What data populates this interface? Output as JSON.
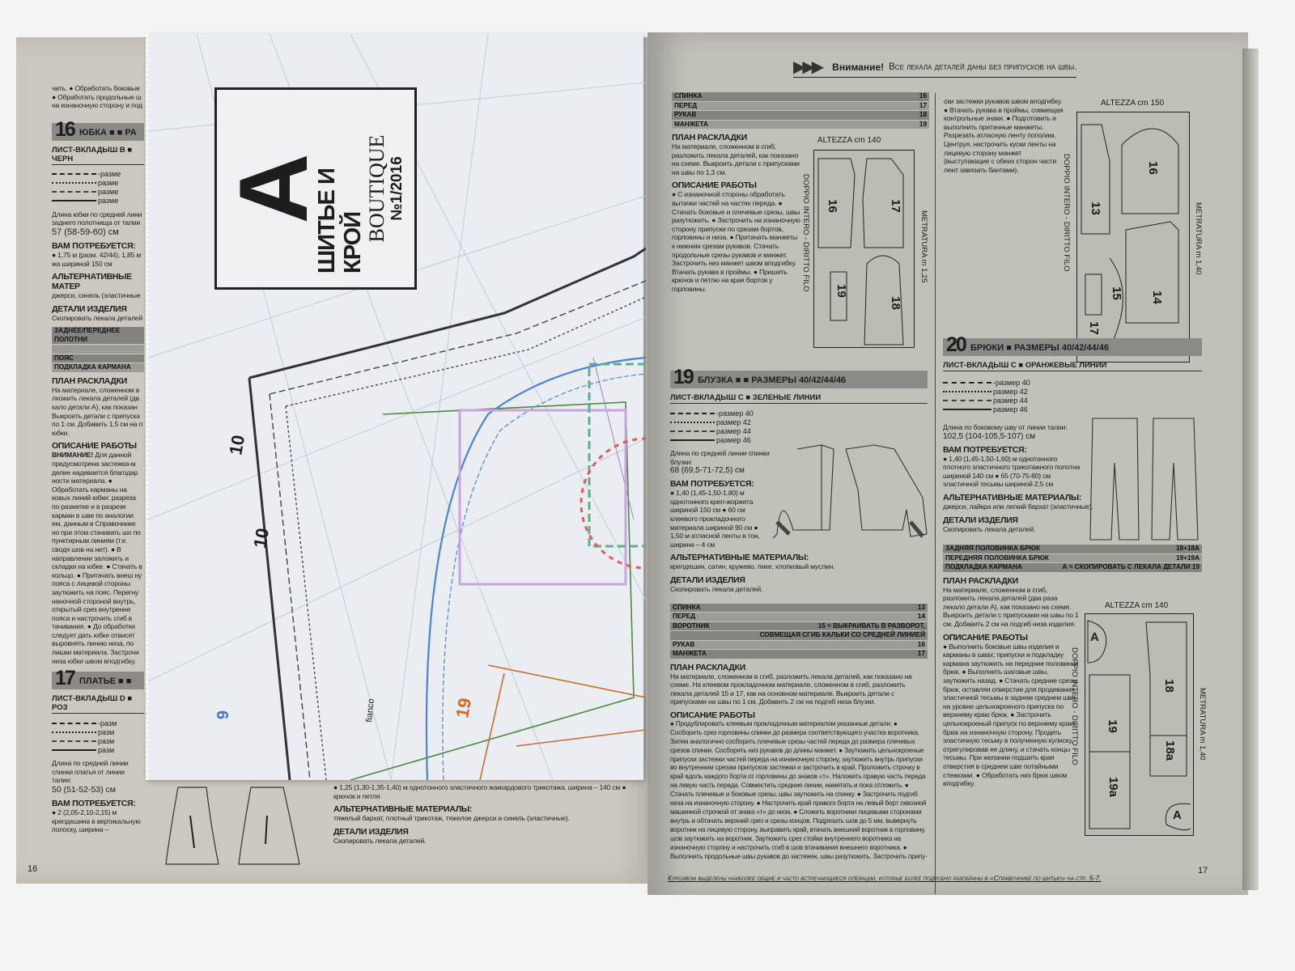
{
  "left_page": {
    "top_text": [
      "чить. ● Обработать боковые",
      "● Обработать продольные ш",
      "на изнаночную сторону и под"
    ],
    "sec16": {
      "num": "16",
      "title": "ЮБКА ■ ■ РА",
      "sheet": "ЛИСТ-ВКЛАДЫШ В ■ ЧЕРН",
      "sizes": [
        "-разме",
        "разме",
        "разме",
        "разме"
      ],
      "length": "Длина юбки по средней лини заднего полотнища от талии",
      "length_value": "57 (58-59-60) см",
      "need_h": "ВАМ ПОТРЕБУЕТСЯ:",
      "need": "● 1,75 м (разм. 42/44), 1,85 м жа шириной 150 см",
      "alt_h": "АЛЬТЕРНАТИВНЫЕ МАТЕР",
      "alt": "джерси, синель (эластичные",
      "det_h": "ДЕТАЛИ ИЗДЕЛИЯ",
      "det": "Скопировать лекала деталей",
      "table": [
        "ЗАДНЕЕ/ПЕРЕДНЕЕ ПОЛОТНИ",
        "",
        "ПОЯС",
        "ПОДКЛАДКА КАРМАНА"
      ],
      "plan_h": "ПЛАН РАСКЛАДКИ",
      "plan": "На материале, сложенном в лкожить лекала деталей (дв кало детали А), как показан Выкроить детали с припуска по 1 см. Добавить 1,5 см на п юбки.",
      "work_h": "ОПИСАНИЕ РАБОТЫ",
      "work_attn": "ВНИМАНИЕ!",
      "work": "Для данной предусмотрена застежка-м делие надевается благодар ности материала. ● Обработать карманы на ковых линий юбки: разреза по разметке и в разрезе карман в шве по аналогии ем, данным в Справочнике но при этом стачивать шо по пунктирным линиям (т.е. сводя шов на нет). ● В направлении заложить и складки на юбке. ● Стачать в кольцо. ● Притачать внеш ну пояса с лицевой стороны заутюжить на пояс. Перегну наночной стороной внутрь, открытый срез внутренне пояса и настрочить сгиб в тачивания. ● До обработки следует дать юбке отвисет выровнять линию низа, по лишки материала. Застрочи низа юбки швом вподгибку."
    },
    "sec17": {
      "num": "17",
      "title": "ПЛАТЬЕ ■ ■",
      "sheet": "ЛИСТ-ВКЛАДЫШ D ■ РОЗ",
      "sizes": [
        "-разм",
        "разм",
        "разм",
        "разм"
      ],
      "length": "Длина по средней линии спинки платья от линии талии:",
      "length_value": "50 (51-52-53) см",
      "need_h": "ВАМ ПОТРЕБУЕТСЯ:",
      "need": "● 2 (2,05-2,10-2,15) м крепдешина в вертикальную полоску, ширина –"
    },
    "under_insert": {
      "need": "● 1,25 (1,30-1,35-1,40) м однотонного эластичного жаккардового трикотажа, ширина – 140 см ● крючок и петля",
      "alt_h": "АЛЬТЕРНАТИВНЫЕ МАТЕРИАЛЫ:",
      "alt": "тяжелый бархат, плотный трикотаж, тяжелое джерси и синель (эластичные).",
      "det_h": "ДЕТАЛИ ИЗДЕЛИЯ",
      "det": "Скопировать лекала деталей."
    },
    "page_number": "16"
  },
  "insert": {
    "logo_letter": "А",
    "logo_title": "ШИТЬЕ И КРОЙ",
    "logo_brand": "BOUTIQUE",
    "logo_issue": "№1/2016",
    "labels": [
      "10",
      "10",
      "9",
      "fianco",
      "19"
    ]
  },
  "right_page": {
    "header_attn": "Внимание!",
    "header_text": "Все лекала деталей даны без припусков на швы.",
    "top_table": [
      [
        "СПИНКА",
        "16"
      ],
      [
        "ПЕРЕД",
        "17"
      ],
      [
        "РУКАВ",
        "18"
      ],
      [
        "МАНЖЕТА",
        "19"
      ]
    ],
    "top_plan_h": "ПЛАН РАСКЛАДКИ",
    "top_plan": "На материале, сложенном в сгиб, разложить лекала деталей, как показано на схеме. Выкроить детали с припусками на швы по 1,3 см.",
    "top_work_h": "ОПИСАНИЕ РАБОТЫ",
    "top_work": "● С изнаночной стороны обработать вытачки частей на частях переда. ● Стачать боковые и плечевые срезы, швы разутюжить. ● Застрочить на изнаночную сторону припуски по срезам бортов, горловины и низа. ● Притачать манжеты к нижним срезам рукавов. Стачать продольные срезы рукавов и манжет. Застрочить низ манжет швом вподгибку. Втачать рукава в проймы. ● Пришить крючок и петлю на края бортов у горловины.",
    "top_col2": "ски застежки рукавов швом вподгибку. ● Втачать рукава в проймы, совмещая контрольные знаки. ● Подготовить и выполнить притачные манжеты. Разрезать атласную ленту пополам. Центруя, настрочить куски ленты на лицевую сторону манжет (выступающие с обеих сторон части лент завязать бантами).",
    "diagram1": {
      "height": "ALTEZZA cm 140",
      "fold": "DOPPIO INTERO - DIRITTO FILO",
      "length": "METRATURA m 1,25",
      "pieces": [
        "16",
        "17",
        "19",
        "18"
      ]
    },
    "diagram2": {
      "height": "ALTEZZA cm 150",
      "fold": "DOPPIO INTERO - DIRITTO FILO",
      "length": "METRATURA m 1,40",
      "pieces": [
        "13",
        "16",
        "15",
        "17",
        "14"
      ]
    },
    "sec19": {
      "num": "19",
      "title": "БЛУЗКА ■ ■ РАЗМЕРЫ 40/42/44/46",
      "sheet": "ЛИСТ-ВКЛАДЫШ С ■ ЗЕЛЕНЫЕ ЛИНИИ",
      "sizes": [
        "-размер 40",
        "размер 42",
        "размер 44",
        "размер 46"
      ],
      "length": "Длина по средней линии спинки блузки:",
      "length_value": "68 (69,5-71-72,5) см",
      "need_h": "ВАМ ПОТРЕБУЕТСЯ:",
      "need": "● 1,40 (1,45-1,50-1,80) м однотонного креп-жоржета шириной 150 см ● 60 см клеевого прокладочного материала шириной 90 см ● 1,50 м атласной ленты в тон, ширина – 4 см",
      "alt_h": "АЛЬТЕРНАТИВНЫЕ МАТЕРИАЛЫ:",
      "alt": "крепдешин, сатин, кружево, пике, хлопковый муслин.",
      "det_h": "ДЕТАЛИ ИЗДЕЛИЯ",
      "det": "Скопировать лекала деталей.",
      "table": [
        [
          "СПИНКА",
          "13"
        ],
        [
          "ПЕРЕД",
          "14"
        ],
        [
          "ВОРОТНИК",
          "15 = ВЫКРАИВАТЬ В РАЗВОРОТ,"
        ],
        [
          "",
          "СОВМЕЩАЯ СГИБ КАЛЬКИ СО СРЕДНЕЙ ЛИНИЕЙ"
        ],
        [
          "РУКАВ",
          "16"
        ],
        [
          "МАНЖЕТА",
          "17"
        ]
      ],
      "plan_h": "ПЛАН РАСКЛАДКИ",
      "plan": "На материале, сложенном в сгиб, разложить лекала деталей, как показано на схеме. На клеевом прокладочном материале, сложенном в сгиб, разложить лекала деталей 15 и 17, как на основном материале. Выкроить детали с припусками на швы по 1 см. Добавить 2 см на подгиб низа блузки.",
      "work_h": "ОПИСАНИЕ РАБОТЫ",
      "work": "● Продублировать клеевым прокладочным материалом указанные детали. ● Сосборить срез горловины спинки до размера соответствующего участка воротника. Затем аналогично сосборить плечевые срезы частей переда до размера плечевых срезов спинки. Сосборить низ рукавов до длины манжет. ● Заутюжить цельнокроеные припуски застежки частей переда на изнаночную сторону, заутюжить внутрь припуски во внутренним срезам припусков застежки и застрочить в край. Проложить строчку в край вдоль каждого борта от горловины до знаков «т». Наложить правую часть переда на левую часть переда. Совместить средние линии, наметать и пока отложить. ● Стачать плечевые и боковые срезы, швы заутюжить на спинку. ● Застрочить подгиб низа на изнаночную сторону. ● Настрочить край правого борта на левый борт сквозной машинной строчкой от знака «т» до низа. ● Сложить воротники лицевыми сторонами внутрь и обтачать верхний срез и срезы концов. Подрезать шов до 5 мм, вывернуть воротник на лицевую сторону, выправить край, втачать внешний воротник в горловину, шов заутюжить на воротник. Заутюжить срез стойки внутреннего воротника на изнаночную сторону и настрочить сгиб в шов втачивания внешнего воротника. ● Выполнить продольные швы рукавов до застежек, швы разутюжить. Застрочить припу-"
    },
    "sec20": {
      "num": "20",
      "title": "БРЮКИ ■ РАЗМЕРЫ 40/42/44/46",
      "sheet": "ЛИСТ-ВКЛАДЫШ С ■ ОРАНЖЕВЫЕ ЛИНИИ",
      "sizes": [
        "-размер 40",
        "размер 42",
        "размер 44",
        "размер 46"
      ],
      "length": "Длина по боковому шву от линии талии:",
      "length_value": "102,5 (104-105,5-107) см",
      "need_h": "ВАМ ПОТРЕБУЕТСЯ:",
      "need": "● 1,40 (1,45-1,50-1,60) м однотонного плотного эластичного трикотажного полотна шириной 140 см ● 65 (70-75-80) см эластичной тесьмы шириной 2,5 см",
      "alt_h": "АЛЬТЕРНАТИВНЫЕ МАТЕРИАЛЫ:",
      "alt": "джерси, лайкра или легкий бархат (эластичные).",
      "det_h": "ДЕТАЛИ ИЗДЕЛИЯ",
      "det": "Скопировать лекала деталей.",
      "table": [
        [
          "ЗАДНЯЯ ПОЛОВИНКА БРЮК",
          "18+18А"
        ],
        [
          "ПЕРЕДНЯЯ ПОЛОВИНКА БРЮК",
          "19+19А"
        ],
        [
          "ПОДКЛАДКА КАРМАНА",
          "А = СКОПИРОВАТЬ С ЛЕКАЛА ДЕТАЛИ 19"
        ]
      ],
      "plan_h": "ПЛАН РАСКЛАДКИ",
      "plan": "На материале, сложенном в сгиб, разложить лекала деталей (два раза лекало детали А), как показано на схеме. Выкроить детали с припусками на швы по 1 см. Добавить 2 см на подгиб низа изделия.",
      "work_h": "ОПИСАНИЕ РАБОТЫ",
      "work": "● Выполнить боковые швы изделия и карманы в швах; припуски и подкладку кармана заутюжить на передние половинки брюк. ● Выполнить шаговые швы, заутюжить назад. ● Стачать средние срезы брюк, оставляя отверстие для продевания эластичной тесьмы в заднем среднем шве на уровне цельнокроеного припуска по верхнему краю брюк. ● Застрочить цельнокроеный припуск по верхнему краю брюк на изнаночную сторону. Продеть эластичную тесьму в полученную кулиску, отрегулировав ее длину, и стачать концы тесьмы. При желании подшить края отверстия в среднем шве потайными стежками. ● Обработать низ брюк швом вподгибку."
    },
    "diagram3": {
      "height": "ALTEZZA cm 140",
      "fold": "DOPPIO INTERO - DIRITTO FILO",
      "length": "METRATURA m 1,40",
      "pieces": [
        "A",
        "18",
        "19",
        "18a",
        "19a",
        "A"
      ]
    },
    "footer": "Курсивом выделены наиболее общие и часто встречающиеся операции, которые более подробно разобраны в «Справочнике по шитью» на стр. 5-7.",
    "page_number": "17"
  }
}
